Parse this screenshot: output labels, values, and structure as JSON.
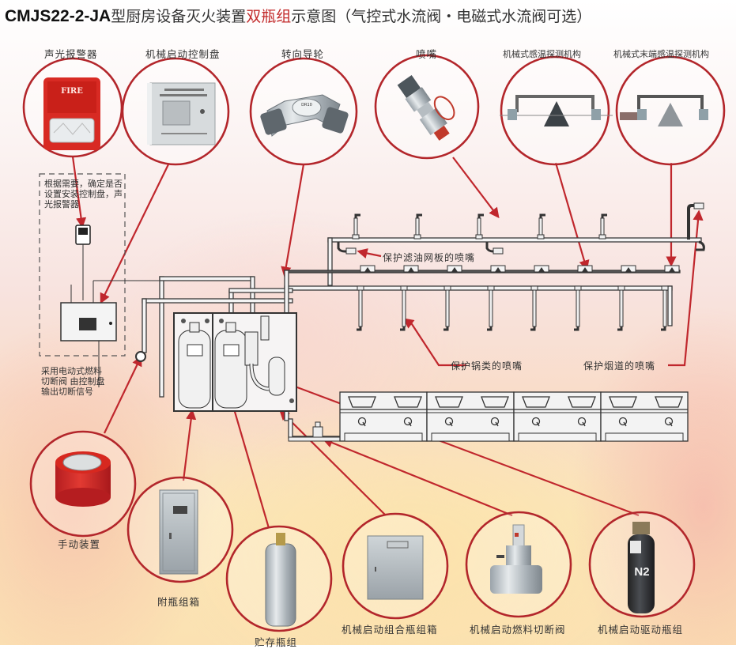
{
  "title": {
    "model": "CMJS22-2-JA",
    "part1": "型厨房设备灭火装置",
    "highlight": "双瓶组",
    "part2": "示意图（气控式水流阀・电磁式水流阀可选）"
  },
  "top_components": [
    {
      "id": "alarm",
      "label": "声光报警器",
      "icon": "fire-alarm-icon",
      "badge": "FIRE"
    },
    {
      "id": "control_panel",
      "label": "机械启动控制盘",
      "icon": "control-panel-icon"
    },
    {
      "id": "diverter",
      "label": "转向导轮",
      "icon": "pulley-elbow-icon"
    },
    {
      "id": "nozzle",
      "label": "喷嘴",
      "icon": "nozzle-icon"
    },
    {
      "id": "temp_detector",
      "label": "机械式感温探测机构",
      "icon": "heat-detector-icon"
    },
    {
      "id": "end_temp_detector",
      "label": "机械式末端感温探测机构",
      "icon": "end-heat-detector-icon"
    }
  ],
  "bottom_components": [
    {
      "id": "manual",
      "label": "手动装置",
      "icon": "manual-release-icon"
    },
    {
      "id": "aux_cabinet",
      "label": "附瓶组箱",
      "icon": "cabinet-icon"
    },
    {
      "id": "storage_cylinder",
      "label": "贮存瓶组",
      "icon": "cylinder-icon"
    },
    {
      "id": "combo_cabinet",
      "label": "机械启动组合瓶组箱",
      "icon": "wall-cabinet-icon"
    },
    {
      "id": "fuel_valve",
      "label": "机械启动燃料切断阀",
      "icon": "shutoff-valve-icon"
    },
    {
      "id": "driver_cylinder",
      "label": "机械启动驱动瓶组",
      "icon": "n2-cylinder-icon",
      "badge": "N2"
    }
  ],
  "notes": {
    "top_box": "根据需要，确定是否设置安装控制盘，声光报警器",
    "bottom_box": "采用电动式燃料切断阀 由控制盘输出切断信号"
  },
  "callouts": {
    "hood_filter": "保护滤油网板的喷嘴",
    "pots": "保护锅类的喷嘴",
    "flue": "保护烟道的喷嘴"
  },
  "colors": {
    "accent_red": "#c0272d",
    "pipe": "#3a3a3a",
    "title_highlight": "#c22a2a"
  },
  "diagram": {
    "stove_units": 4,
    "burners_per_unit": 2,
    "pot_nozzles": 8,
    "hood_nozzles": 5,
    "detectors": 8
  }
}
